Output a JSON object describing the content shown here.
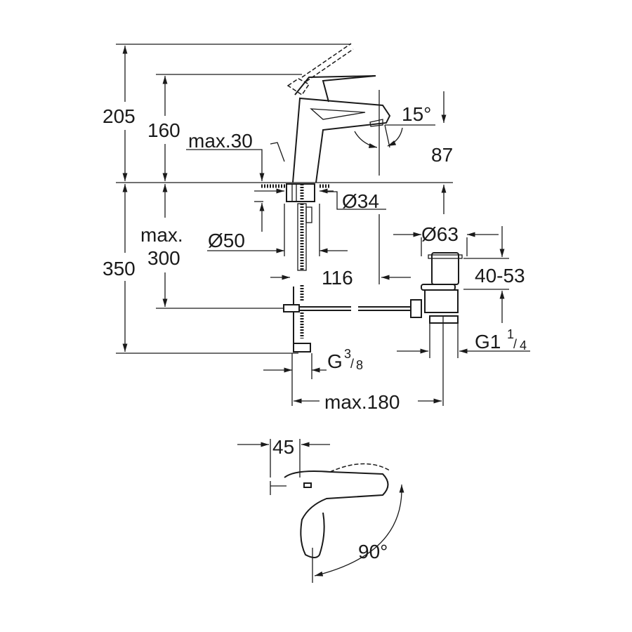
{
  "labels": {
    "total_height": "205",
    "spout_height": "160",
    "max_counter": "max.30",
    "spout_angle": "15°",
    "spout_clearance": "87",
    "hole_diameter": "Ø34",
    "max_hose_prefix": "max.",
    "max_hose_value": "300",
    "base_diameter": "Ø50",
    "install_depth": "350",
    "waste_diameter": "Ø63",
    "offset": "116",
    "waste_range": "40-53",
    "connection_g": "G",
    "connection_frac_num": "3",
    "connection_frac_den": "8",
    "waste_thread": "G1",
    "waste_frac_num": "1",
    "waste_frac_den": "4",
    "max_distance": "max.180",
    "handle_offset": "45",
    "rotation_angle": "90°"
  }
}
